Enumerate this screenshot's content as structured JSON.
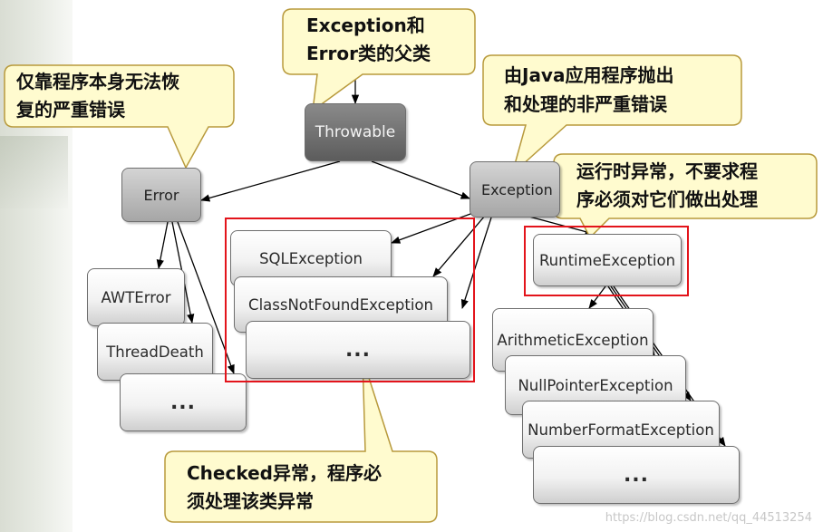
{
  "nodes": {
    "throwable": "Throwable",
    "error": "Error",
    "exception": "Exception",
    "awterror": "AWTError",
    "threaddeath": "ThreadDeath",
    "error_more": "...",
    "sqlexception": "SQLException",
    "classnotfound": "ClassNotFoundException",
    "checked_more": "...",
    "runtime": "RuntimeException",
    "arithmetic": "ArithmeticException",
    "nullpointer": "NullPointerException",
    "numberformat": "NumberFormatException",
    "runtime_more": "..."
  },
  "callouts": {
    "throwable_l1": "Exception和",
    "throwable_l2": "Error类的父类",
    "error_l1": "仅靠程序本身无法恢",
    "error_l2": "复的严重错误",
    "exception_l1": "由Java应用程序抛出",
    "exception_l2": "和处理的非严重错误",
    "runtime_l1": "运行时异常，不要求程",
    "runtime_l2": "序必须对它们做出处理",
    "checked_l1": "Checked异常，程序必",
    "checked_l2": "须处理该类异常"
  },
  "watermark": "https://blog.csdn.net/qq_44513254",
  "colors": {
    "callout_fill": "#fffbcf",
    "callout_border": "#b89a3c",
    "highlight_box": "#e3141b",
    "edge": "#000000"
  }
}
